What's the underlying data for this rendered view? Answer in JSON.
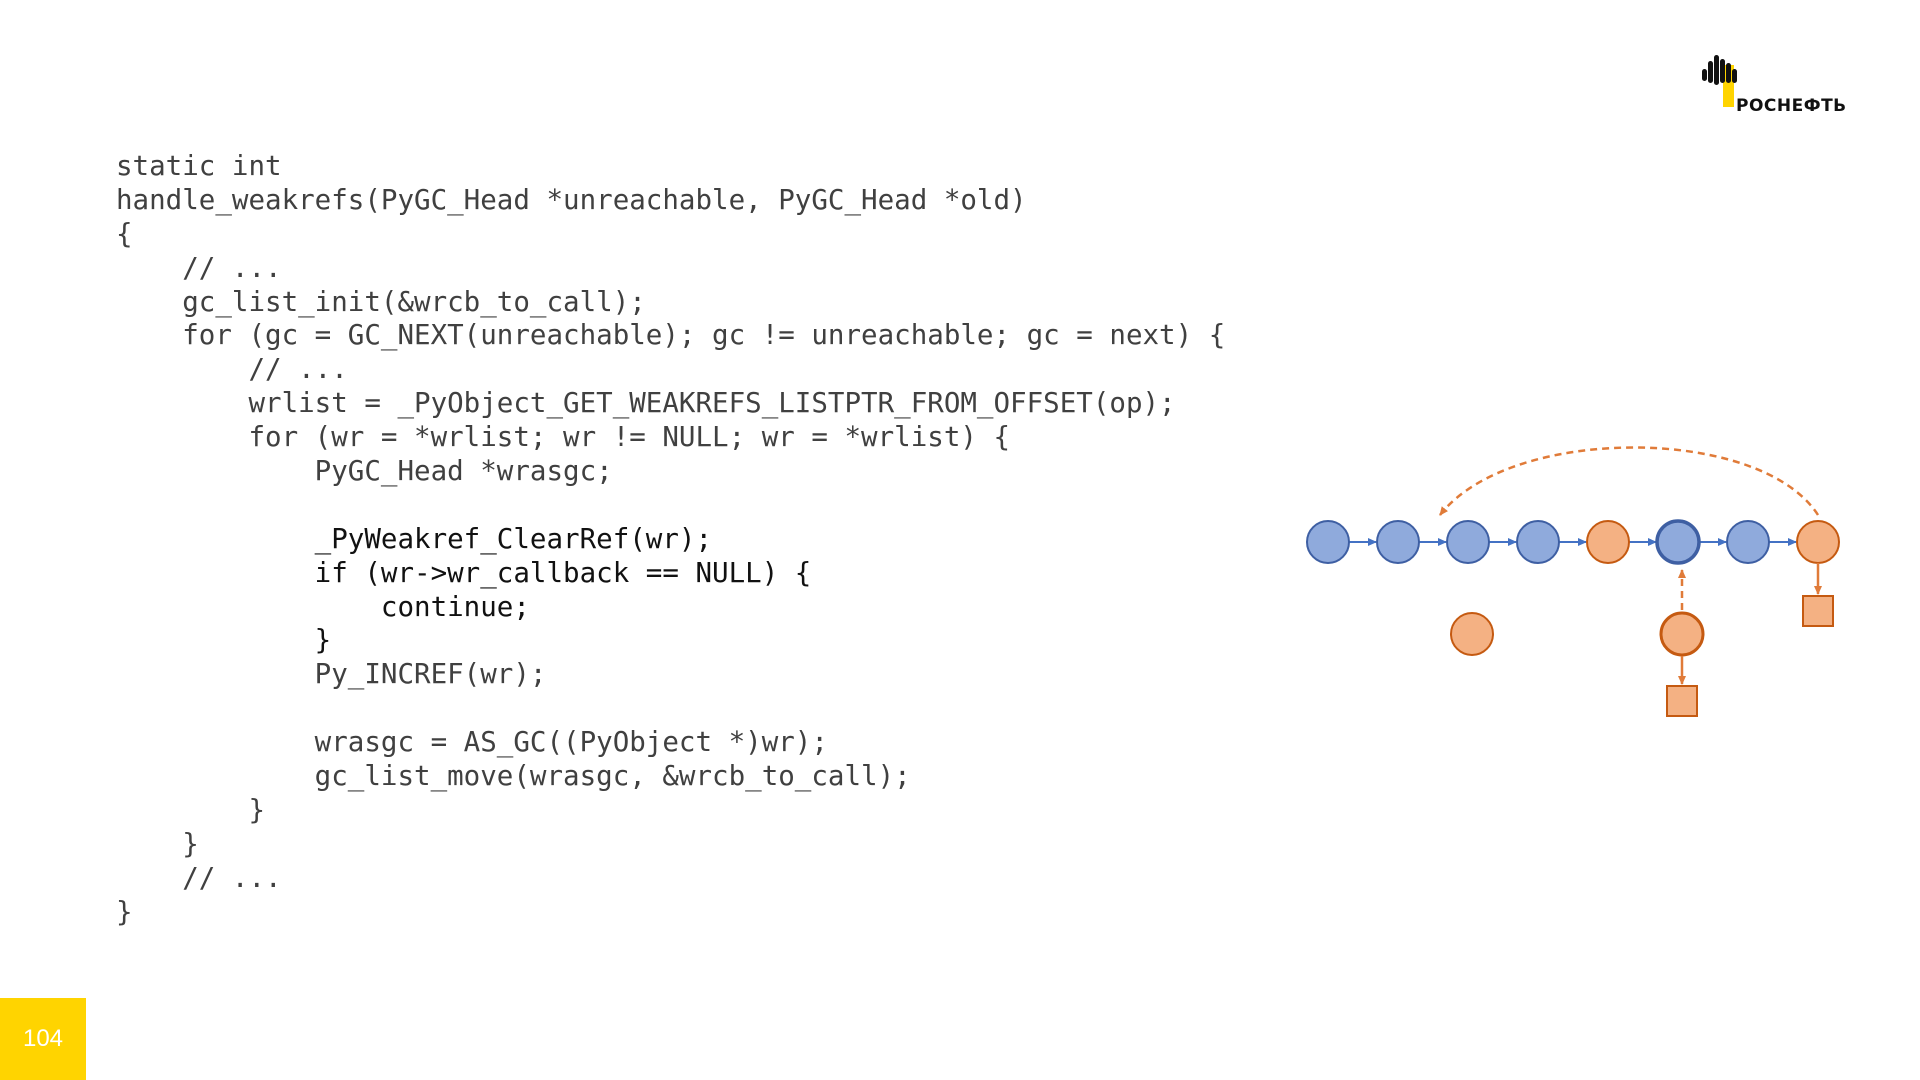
{
  "logo": {
    "text": "РОСНЕФТЬ",
    "brand_color": "#ffd400",
    "icon": "rosneft-logo-icon"
  },
  "code": {
    "lines": [
      {
        "text": "static int",
        "highlight": false
      },
      {
        "text": "handle_weakrefs(PyGC_Head *unreachable, PyGC_Head *old)",
        "highlight": false
      },
      {
        "text": "{",
        "highlight": false
      },
      {
        "text": "    // ...",
        "highlight": false
      },
      {
        "text": "    gc_list_init(&wrcb_to_call);",
        "highlight": false
      },
      {
        "text": "    for (gc = GC_NEXT(unreachable); gc != unreachable; gc = next) {",
        "highlight": false
      },
      {
        "text": "        // ...",
        "highlight": false
      },
      {
        "text": "        wrlist = _PyObject_GET_WEAKREFS_LISTPTR_FROM_OFFSET(op);",
        "highlight": false
      },
      {
        "text": "        for (wr = *wrlist; wr != NULL; wr = *wrlist) {",
        "highlight": false
      },
      {
        "text": "            PyGC_Head *wrasgc;",
        "highlight": false
      },
      {
        "text": "",
        "highlight": false
      },
      {
        "text": "            _PyWeakref_ClearRef(wr);",
        "highlight": true
      },
      {
        "text": "            if (wr->wr_callback == NULL) {",
        "highlight": true
      },
      {
        "text": "                continue;",
        "highlight": true
      },
      {
        "text": "            }",
        "highlight": true
      },
      {
        "text": "            Py_INCREF(wr);",
        "highlight": false
      },
      {
        "text": "",
        "highlight": false
      },
      {
        "text": "            wrasgc = AS_GC((PyObject *)wr);",
        "highlight": false
      },
      {
        "text": "            gc_list_move(wrasgc, &wrcb_to_call);",
        "highlight": false
      },
      {
        "text": "        }",
        "highlight": false
      },
      {
        "text": "    }",
        "highlight": false
      },
      {
        "text": "    // ...",
        "highlight": false
      },
      {
        "text": "}",
        "highlight": false
      }
    ]
  },
  "diagram": {
    "colors": {
      "blue_fill": "#8faadc",
      "blue_stroke": "#3e5fa3",
      "orange_fill": "#f4b183",
      "orange_stroke": "#c55a11",
      "orange_arrow": "#e07b39"
    },
    "chain_nodes": [
      {
        "kind": "blue"
      },
      {
        "kind": "blue"
      },
      {
        "kind": "blue"
      },
      {
        "kind": "blue"
      },
      {
        "kind": "orange"
      },
      {
        "kind": "blue-bold"
      },
      {
        "kind": "blue"
      },
      {
        "kind": "orange"
      }
    ]
  },
  "page": {
    "number": "104"
  }
}
